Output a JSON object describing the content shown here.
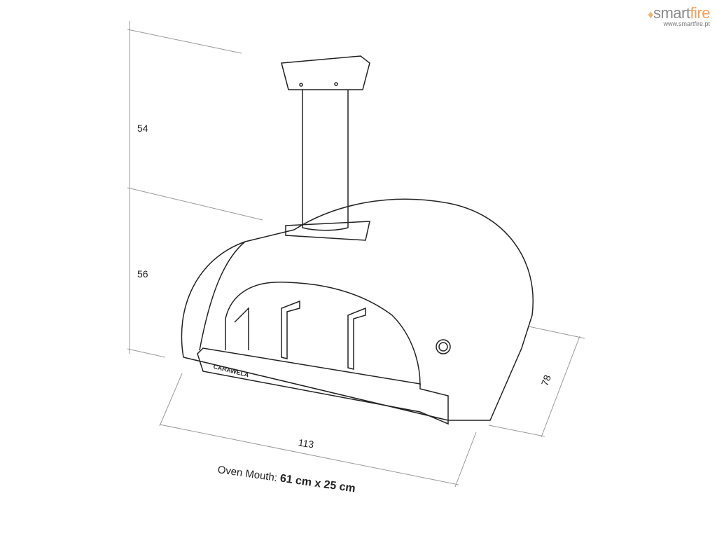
{
  "logo": {
    "text_main": "smart",
    "text_accent": "fire",
    "url": "www.smartfire.pt",
    "accent_color": "#f0a060"
  },
  "dimensions": {
    "chimney_height": "54",
    "body_height": "56",
    "width": "113",
    "depth": "78"
  },
  "caption": {
    "label": "Oven Mouth:",
    "value": "61 cm x 25 cm"
  },
  "product_brand": "CARAWELA"
}
